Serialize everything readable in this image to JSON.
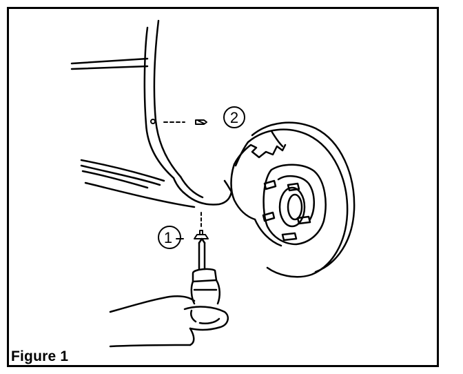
{
  "figure": {
    "caption": "Figure 1",
    "callouts": [
      {
        "id": 1,
        "label": "1"
      },
      {
        "id": 2,
        "label": "2"
      }
    ]
  },
  "colors": {
    "line": "#000000",
    "background": "#ffffff"
  },
  "icons": [
    "car-fender-illustration",
    "brake-rotor-illustration",
    "hand-with-screwdriver-illustration",
    "screw-illustration"
  ]
}
